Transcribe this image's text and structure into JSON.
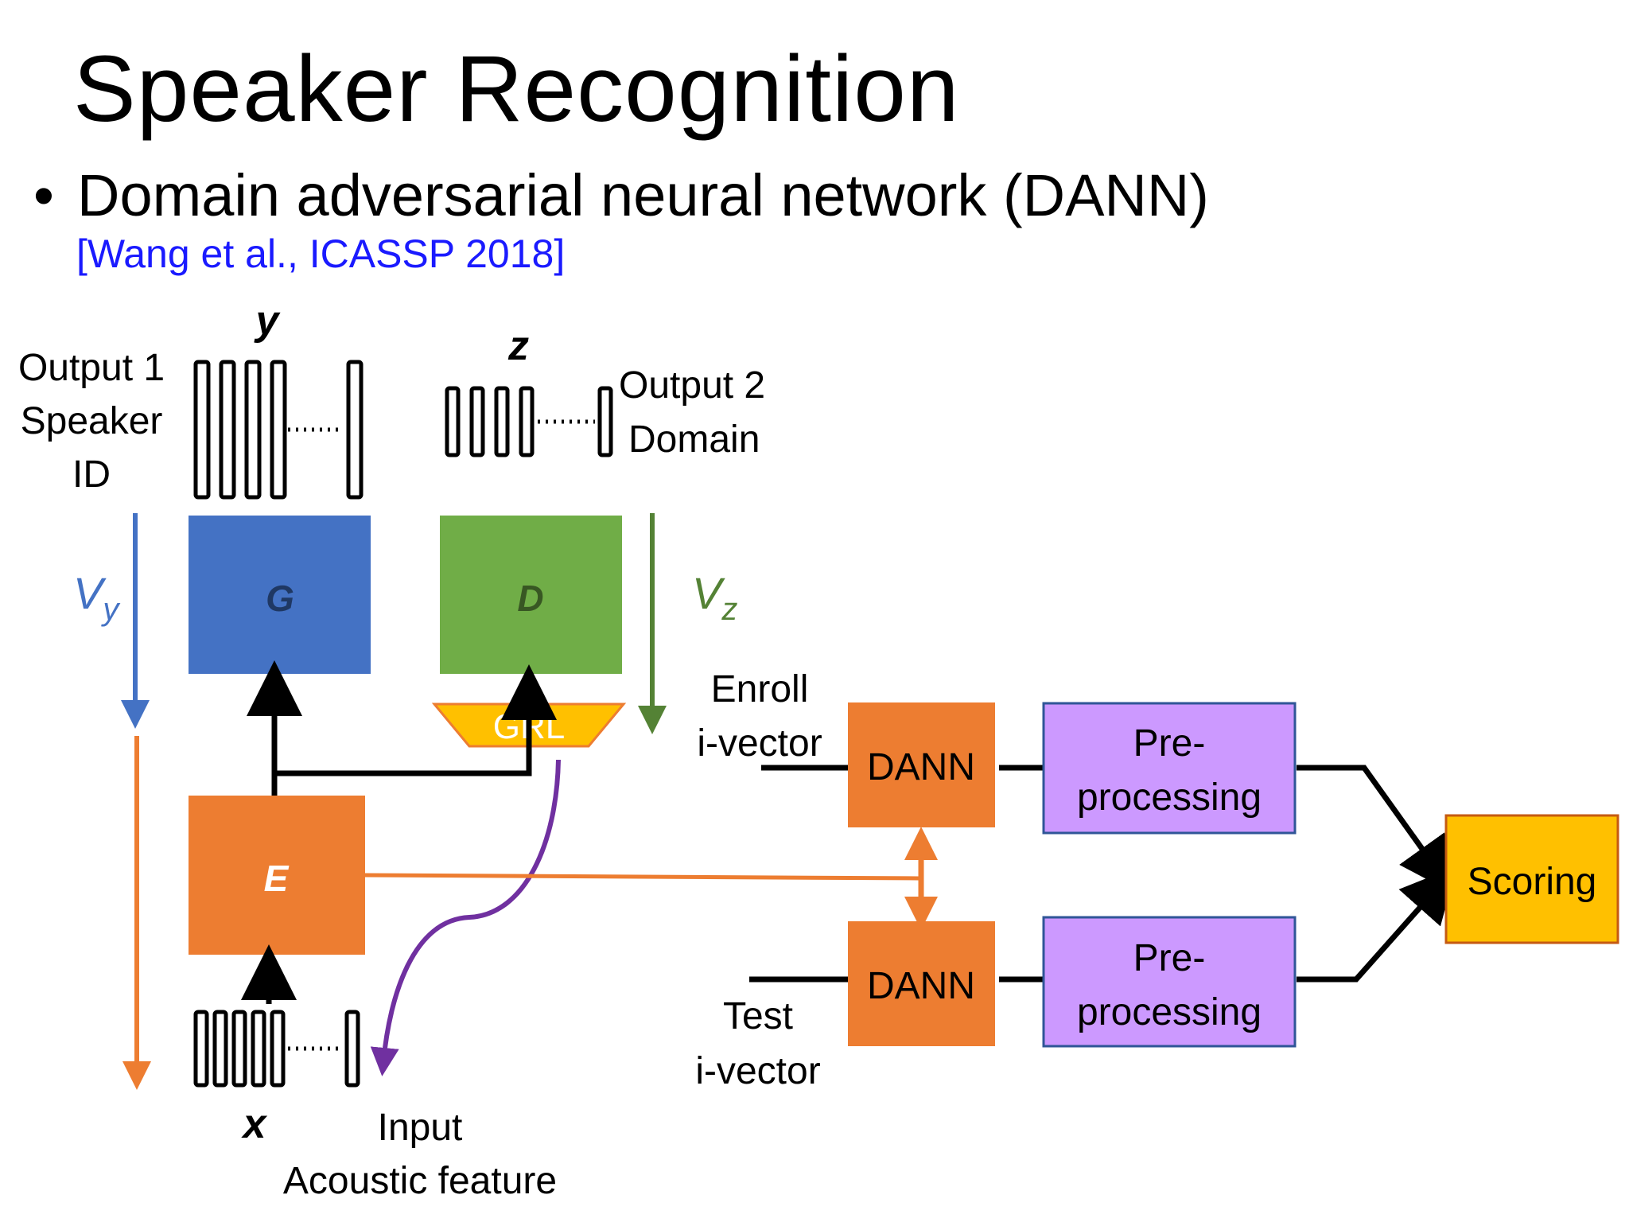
{
  "slide": {
    "title": "Speaker Recognition",
    "bullet": "Domain adversarial neural network (DANN)",
    "reference": "[Wang et al., ICASSP 2018]"
  },
  "diagram": {
    "output1": {
      "line1": "Output 1",
      "line2": "Speaker",
      "line3": "ID",
      "var": "y"
    },
    "output2": {
      "line1": "Output 2",
      "line2": "Domain",
      "var": "z"
    },
    "input": {
      "line1": "Input",
      "line2": "Acoustic feature",
      "var": "x"
    },
    "blocks": {
      "G": "G",
      "D": "D",
      "E": "E",
      "GRL": "GRL"
    },
    "grad_labels": {
      "vy_base": "V",
      "vy_sub": "y",
      "vz_base": "V",
      "vz_sub": "z"
    },
    "pipeline": {
      "enroll": {
        "line1": "Enroll",
        "line2": "i-vector"
      },
      "test": {
        "line1": "Test",
        "line2": "i-vector"
      },
      "dann": "DANN",
      "pre_line1": "Pre-",
      "pre_line2": "processing",
      "scoring": "Scoring"
    },
    "colors": {
      "G": "#4472C4",
      "D": "#70AD47",
      "E": "#ED7D31",
      "GRL": "#FFC000",
      "dann": "#ED7D31",
      "pre": "#CC99FF",
      "scoring": "#FFC000",
      "vy_arrow": "#4472C4",
      "vz_arrow": "#548235",
      "purple_arrow": "#7030A0"
    }
  }
}
